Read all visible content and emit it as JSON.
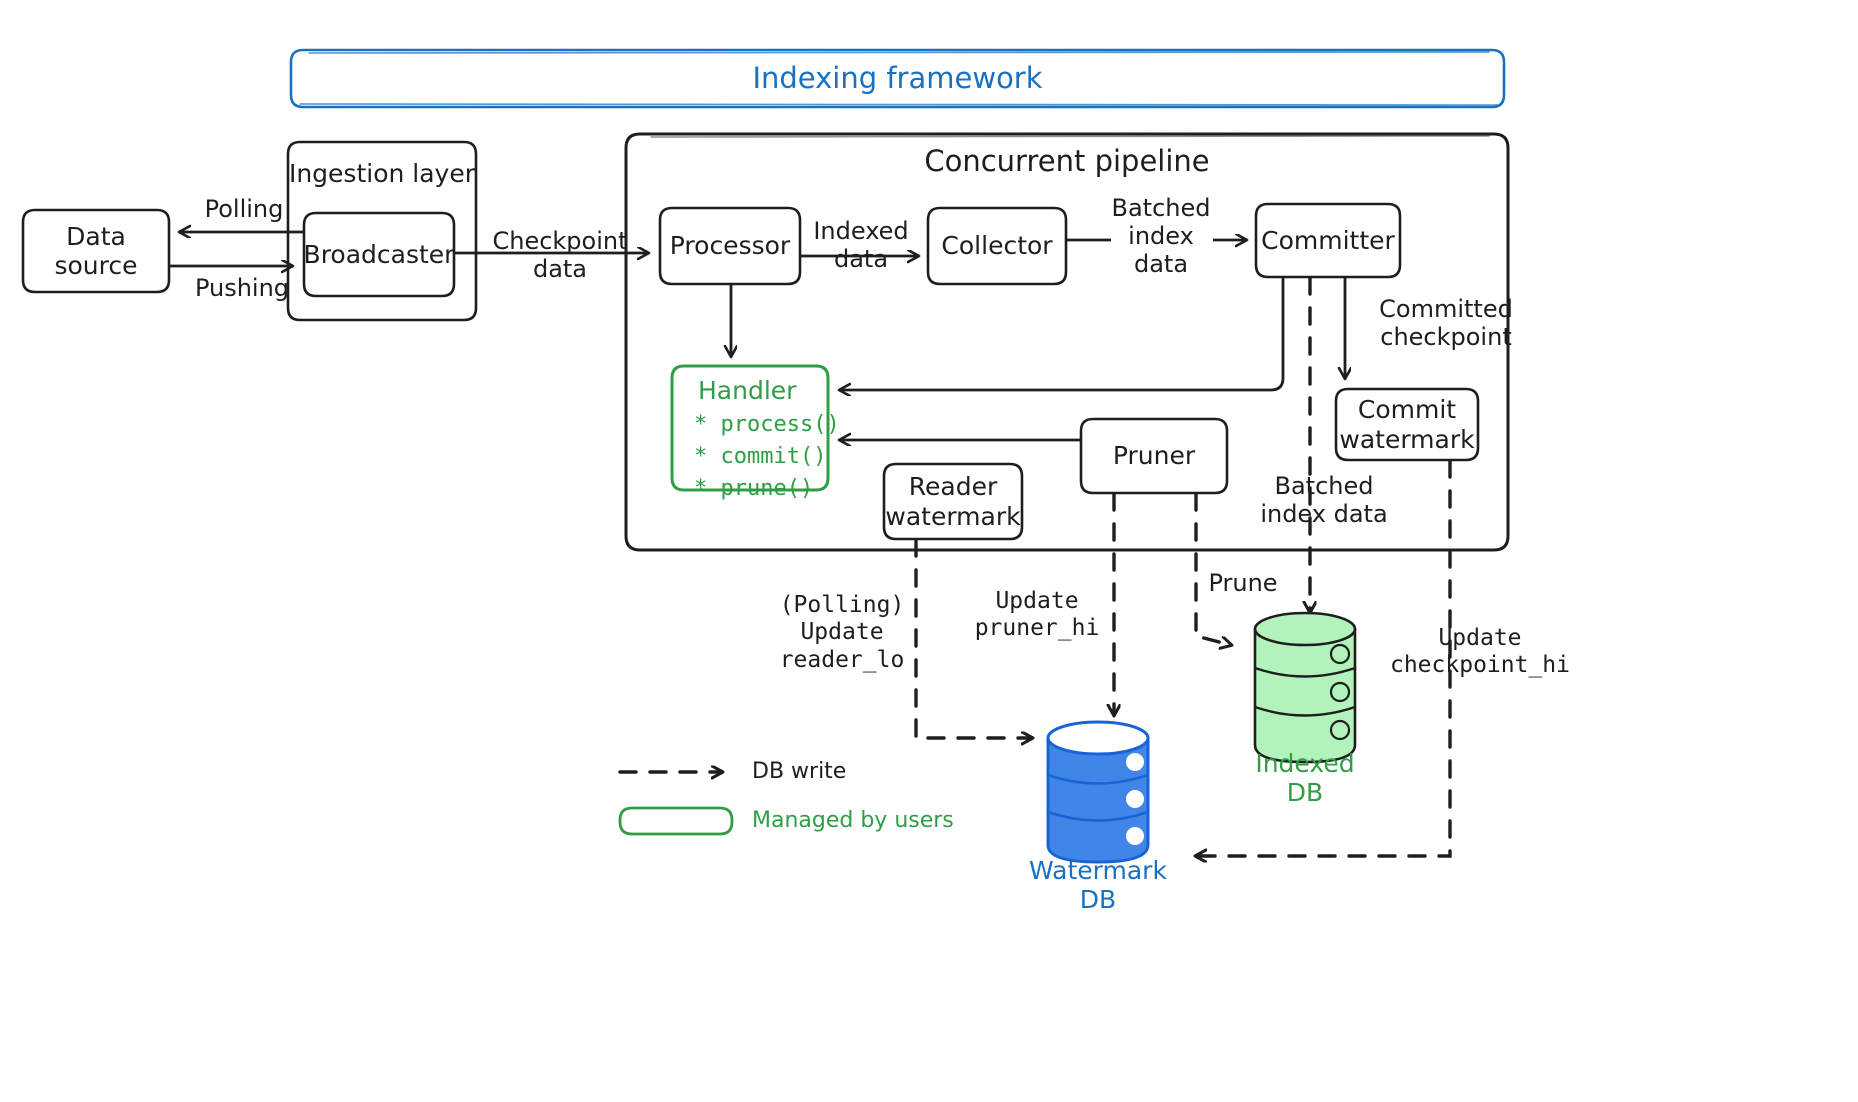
{
  "diagram": {
    "title": "Indexing framework",
    "framework_box": {
      "label": "Indexing framework",
      "color": "#1971c2"
    },
    "groups": [
      {
        "id": "ingestion",
        "label": "Ingestion layer",
        "color": "#1e1e1e"
      },
      {
        "id": "pipeline",
        "label": "Concurrent pipeline",
        "color": "#1e1e1e"
      }
    ],
    "nodes": [
      {
        "id": "data-source",
        "label": "Data source",
        "color": "#1e1e1e"
      },
      {
        "id": "broadcaster",
        "label": "Broadcaster",
        "color": "#1e1e1e"
      },
      {
        "id": "processor",
        "label": "Processor",
        "color": "#1e1e1e"
      },
      {
        "id": "collector",
        "label": "Collector",
        "color": "#1e1e1e"
      },
      {
        "id": "committer",
        "label": "Committer",
        "color": "#1e1e1e"
      },
      {
        "id": "commit-watermark",
        "label": "Commit\nwatermark",
        "color": "#1e1e1e"
      },
      {
        "id": "pruner",
        "label": "Pruner",
        "color": "#1e1e1e"
      },
      {
        "id": "reader-watermark",
        "label": "Reader\nwatermark",
        "color": "#1e1e1e"
      }
    ],
    "handler": {
      "title": "Handler",
      "color": "#2f9e44",
      "methods": [
        "* process()",
        "* commit()",
        "* prune()"
      ]
    },
    "edge_labels": [
      {
        "id": "polling",
        "text": "Polling"
      },
      {
        "id": "pushing",
        "text": "Pushing"
      },
      {
        "id": "checkpoint-data",
        "text": "Checkpoint\ndata"
      },
      {
        "id": "indexed-data",
        "text": "Indexed\ndata"
      },
      {
        "id": "batched-index-data-top",
        "text": "Batched\nindex\ndata"
      },
      {
        "id": "committed-checkpoint",
        "text": "Committed\ncheckpoint"
      },
      {
        "id": "batched-index-data-db",
        "text": "Batched\nindex data"
      },
      {
        "id": "prune",
        "text": "Prune"
      },
      {
        "id": "update-reader-lo",
        "text": "(Polling)\nUpdate\nreader_lo"
      },
      {
        "id": "update-pruner-hi",
        "text": "Update\npruner_hi"
      },
      {
        "id": "update-checkpoint-hi",
        "text": "Update\ncheckpoint_hi"
      }
    ],
    "databases": [
      {
        "id": "indexed-db",
        "label": "Indexed\nDB",
        "color": "#2f9e44",
        "fill": "#b2f2bb"
      },
      {
        "id": "watermark-db",
        "label": "Watermark\nDB",
        "color": "#1971c2",
        "fill": "#4285e8"
      }
    ],
    "legend": [
      {
        "id": "db-write",
        "icon": "dashed-arrow-icon",
        "text": "DB write",
        "color": "#1e1e1e"
      },
      {
        "id": "managed-by-users",
        "icon": "rounded-rect-icon",
        "text": "Managed by users",
        "color": "#2f9e44"
      }
    ]
  }
}
